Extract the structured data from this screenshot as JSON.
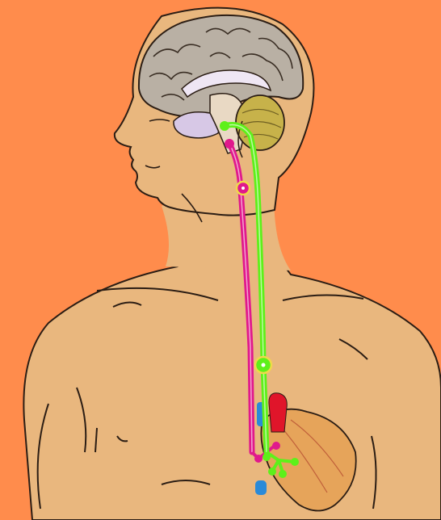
{
  "diagram": {
    "colors": {
      "background": "#ff8c4c",
      "skin": "#e9b77e",
      "outline": "#2b1d14",
      "brain": "#b9b0a4",
      "cerebellum": "#c7b24a",
      "sympathetic_pathway": "#e0198c",
      "parasympathetic_pathway": "#5ef01a",
      "heart": "#e6a45a",
      "vessel_red": "#e0152a",
      "vessel_blue": "#2a8ad8"
    },
    "parts": [
      "brain",
      "cerebellum",
      "brainstem",
      "spinal-pathway",
      "heart"
    ],
    "pathways": [
      {
        "id": "sympathetic",
        "color": "#e0198c"
      },
      {
        "id": "parasympathetic",
        "color": "#5ef01a"
      }
    ]
  }
}
